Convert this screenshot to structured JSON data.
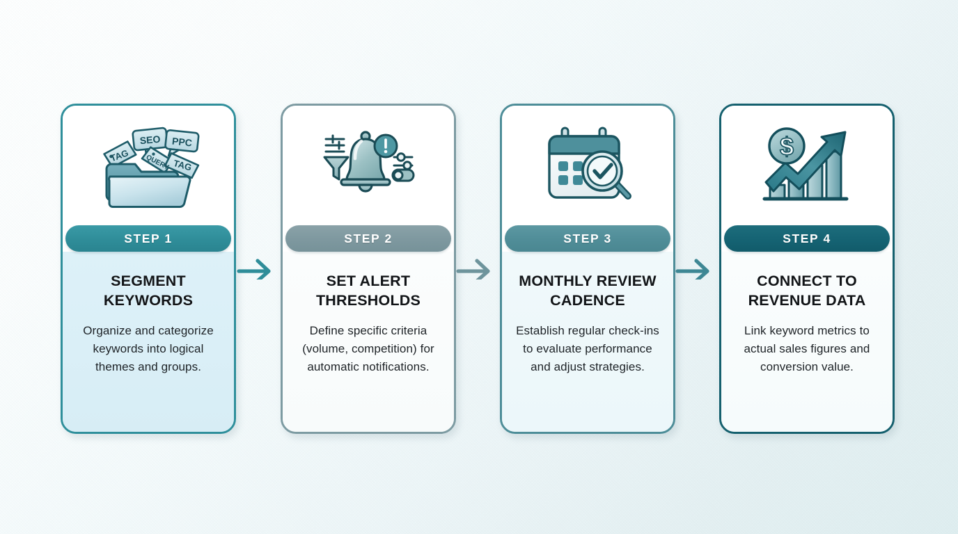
{
  "background": {
    "gradient_from": "#fdfefe",
    "gradient_to": "#dfeef0"
  },
  "diagram": {
    "type": "horizontal-process-flow",
    "step_count": 4,
    "connector": "arrow-right"
  },
  "steps": [
    {
      "badge": "STEP 1",
      "title": "SEGMENT KEYWORDS",
      "description": "Organize and categorize keywords into logical themes and groups.",
      "icon": "folder-with-keyword-tags-icon",
      "icon_labels": [
        "TAG",
        "SEO",
        "PPC",
        "TAG"
      ],
      "band_color": "#2f8d99",
      "border_color": "#2f8f9b",
      "body_color": "#daeff7"
    },
    {
      "badge": "STEP 2",
      "title": "SET ALERT THRESHOLDS",
      "description": "Define specific criteria (volume, competition) for automatic notifications.",
      "icon": "alert-bell-with-filter-and-sliders-icon",
      "icon_labels": [],
      "band_color": "#7e989f",
      "border_color": "#7d9ba2",
      "body_color": "#f8fbfb"
    },
    {
      "badge": "STEP 3",
      "title": "MONTHLY REVIEW CADENCE",
      "description": "Establish regular check-ins to evaluate performance and adjust strategies.",
      "icon": "calendar-with-magnifier-check-icon",
      "icon_labels": [],
      "band_color": "#508d98",
      "border_color": "#4d8d98",
      "body_color": "#ecf7fa"
    },
    {
      "badge": "STEP 4",
      "title": "CONNECT TO REVENUE DATA",
      "description": "Link keyword metrics to actual sales figures and conversion value.",
      "icon": "growth-chart-with-dollar-coin-icon",
      "icon_labels": [
        "$"
      ],
      "band_color": "#156373",
      "border_color": "#15606e",
      "body_color": "#f6fbfc"
    }
  ],
  "connectors": [
    {
      "name": "arrow-step1-to-step2",
      "color": "#2f8d99"
    },
    {
      "name": "arrow-step2-to-step3",
      "color": "#6e949c"
    },
    {
      "name": "arrow-step3-to-step4",
      "color": "#3e8794"
    }
  ]
}
